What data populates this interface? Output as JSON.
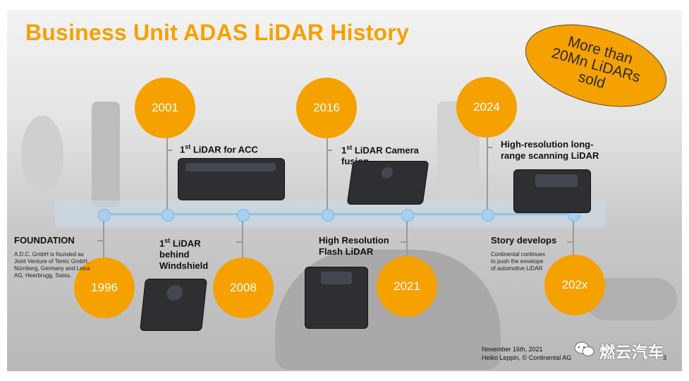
{
  "title": "Business Unit ADAS LiDAR History",
  "callout": {
    "text": "More than 20Mn LiDARs sold"
  },
  "milestones_top": [
    {
      "year": "2001",
      "label_sup": "st",
      "label_pre": "1",
      "label_rest": " LiDAR for ACC"
    },
    {
      "year": "2016",
      "label_sup": "st",
      "label_pre": "1",
      "label_rest": " LiDAR Camera fusion"
    },
    {
      "year": "2024",
      "label": "High-resolution long-range scanning LiDAR"
    }
  ],
  "milestones_bottom": [
    {
      "year": "1996",
      "label": "FOUNDATION",
      "desc": "A.D.C. GmbH is founded as Joint Venture of Temic GmbH, Nürnberg, Germany and Leica AG, Heerbrugg, Swiss."
    },
    {
      "year": "2008",
      "label_pre": "1",
      "label_sup": "st",
      "label_rest": " LiDAR behind Windshield"
    },
    {
      "year": "2021",
      "label": "High Resolution Flash LiDAR"
    },
    {
      "year": "202x",
      "label": "Story develops",
      "desc": "Continental continues to push the envelope of automotive LiDAR"
    }
  ],
  "footer": {
    "date": "November 16th, 2021",
    "author": "Heiko Leppin, © Continental AG",
    "page": "3"
  },
  "watermark": "燃云汽车",
  "colors": {
    "accent": "#f5a100",
    "axis": "#8fc3e8"
  }
}
